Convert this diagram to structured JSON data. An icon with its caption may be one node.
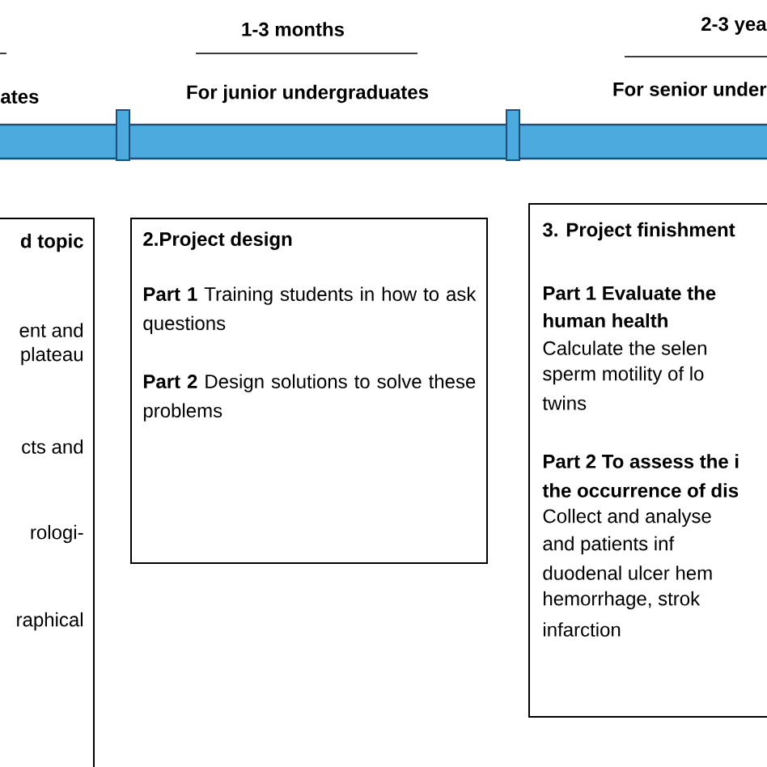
{
  "diagram": {
    "nodes": [
      {
        "text": [
          "d topic",
          "ent and",
          "plateau",
          "cts and",
          "rologi-",
          "raphical"
        ]
      },
      {
        "text": [
          "2.Project design",
          "**Part 1** Training students in how to ask questions",
          "**Part 2** Design solutions to solve these problems"
        ]
      },
      {
        "text": [
          "3. Project finishment",
          "Part 1 Evaluate the",
          "human health",
          "Calculate the selen",
          "sperm motility of lo",
          "twins",
          "Part 2 To assess the i",
          "the occurrence of dis",
          "Collect and analyse",
          "and patients inf",
          "duodenal ulcer hem",
          "hemorrhage, strok",
          "infarction"
        ]
      }
    ],
    "labels": [
      "ates",
      "1-3 months",
      "For junior undergraduates",
      "2-3 yea",
      "For senior under"
    ]
  }
}
